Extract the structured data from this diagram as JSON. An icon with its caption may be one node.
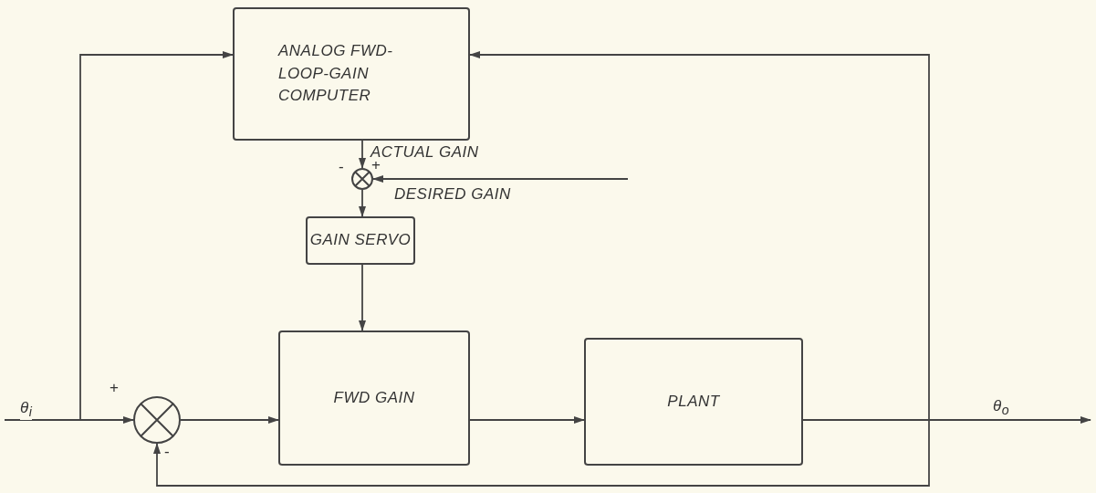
{
  "diagram": {
    "nodes": [
      {
        "text": [
          "ANALOG FWD-LOOP-GAIN COMPUTER"
        ]
      },
      {
        "text": [],
        "shape": "circle",
        "beside": [
          "-",
          "+"
        ]
      },
      {
        "text": [
          "GAIN SERVO"
        ]
      },
      {
        "text": [
          "FWD GAIN"
        ]
      },
      {
        "text": [
          "PLANT"
        ]
      },
      {
        "text": [],
        "shape": "circle",
        "beside": [
          "+",
          "-"
        ]
      }
    ],
    "edges": [
      {
        "from": null,
        "to": 5,
        "arrow": "to",
        "label": "θ$_{i}$"
      },
      {
        "from": null,
        "to": 0,
        "arrow": "to"
      },
      {
        "from": 5,
        "to": 3,
        "arrow": "to"
      },
      {
        "from": 0,
        "to": 1,
        "arrow": "to",
        "label": "ACTUAL GAIN"
      },
      {
        "from": null,
        "to": 1,
        "arrow": "to",
        "label": "DESIRED GAIN"
      },
      {
        "from": 1,
        "to": 2,
        "arrow": "to"
      },
      {
        "from": 2,
        "to": 3,
        "arrow": "to"
      },
      {
        "from": 3,
        "to": 4,
        "arrow": "to"
      },
      {
        "from": 4,
        "to": null,
        "arrow": "to",
        "label": "θ$_{o}$"
      },
      {
        "from": 4,
        "to": 0,
        "arrow": "to"
      },
      {
        "from": 4,
        "to": 5,
        "arrow": "to"
      }
    ]
  }
}
